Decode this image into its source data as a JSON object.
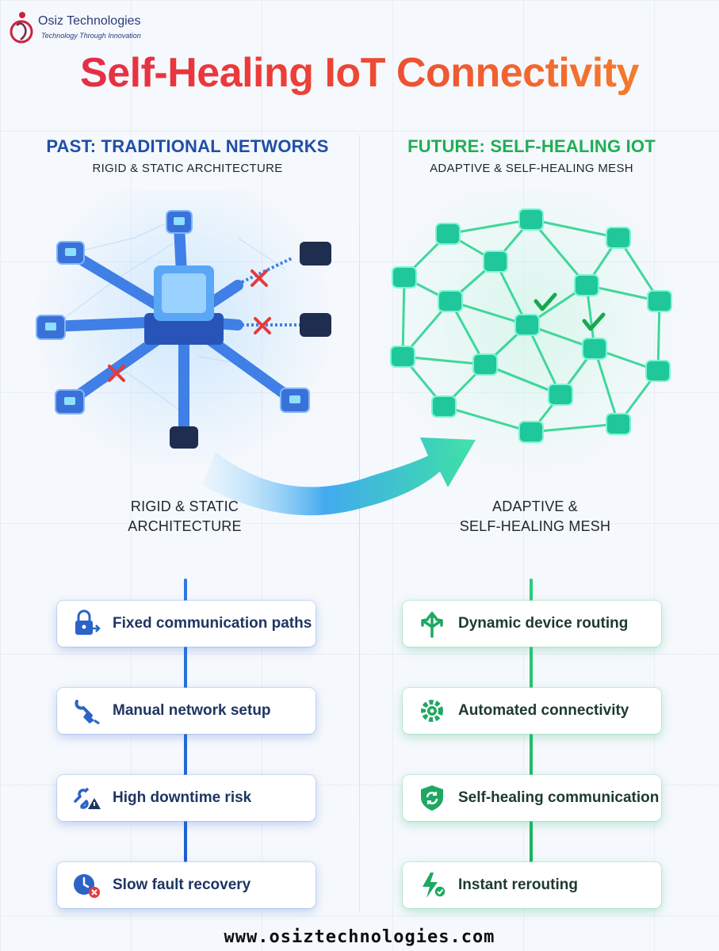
{
  "brand": {
    "name": "Osiz Technologies",
    "tagline": "Technology Through Innovation",
    "colors": {
      "red": "#e3264b",
      "orange": "#f7892a",
      "blue": "#1f4fa8",
      "green": "#1fae55"
    }
  },
  "title": "Self-Healing IoT Connectivity",
  "past": {
    "heading": "PAST: TRADITIONAL NETWORKS",
    "subheading": "RIGID & STATIC ARCHITECTURE",
    "caption_line1": "RIGID & STATIC",
    "caption_line2": "ARCHITECTURE",
    "items": [
      {
        "label": "Fixed communication paths",
        "icon": "lock-arrow-icon"
      },
      {
        "label": "Manual network setup",
        "icon": "wrench-plug-icon"
      },
      {
        "label": "High downtime risk",
        "icon": "broken-link-warning-icon"
      },
      {
        "label": "Slow fault recovery",
        "icon": "clock-error-icon"
      }
    ]
  },
  "future": {
    "heading": "FUTURE: SELF-HEALING IOT",
    "subheading": "ADAPTIVE & SELF-HEALING MESH",
    "caption_line1": "ADAPTIVE &",
    "caption_line2": "SELF-HEALING MESH",
    "items": [
      {
        "label": "Dynamic device routing",
        "icon": "routing-arrows-icon"
      },
      {
        "label": "Automated connectivity",
        "icon": "gear-network-icon"
      },
      {
        "label": "Self-healing communication",
        "icon": "shield-refresh-icon"
      },
      {
        "label": "Instant rerouting",
        "icon": "bolt-check-icon"
      }
    ]
  },
  "footer": "www.osiztechnologies.com"
}
